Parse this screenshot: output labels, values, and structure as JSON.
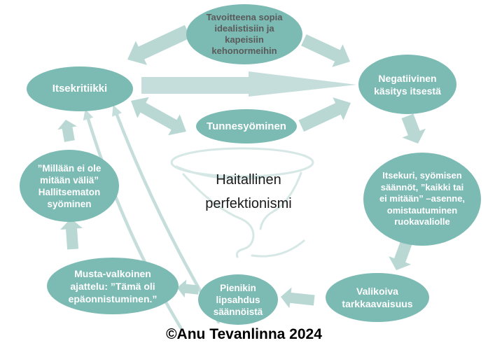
{
  "diagram": {
    "center_title": "Haitallinen\nperfektionismi",
    "copyright": "©Anu Tevanlinna 2024"
  },
  "nodes": {
    "goal": {
      "label": "Tavoitteena sopia\nidealistisiin ja\nkapeisiin\nkehonormeihin"
    },
    "selfcrit": {
      "label": "Itsekritiikki"
    },
    "negative": {
      "label": "Negatiivinen\nkäsitys itsestä"
    },
    "emotional": {
      "label": "Tunnesyöminen"
    },
    "nothing": {
      "label": "”Millään ei ole\nmitään väliä”\nHallitsematon\nsyöminen"
    },
    "discipline": {
      "label": "Itsekuri, syömisen\nsäännöt, ”kaikki tai\nei mitään” –asenne,\nomistautuminen\nruokavaliolle"
    },
    "blackwhite": {
      "label": "Musta-valkoinen\najattelu: ”Tämä oli\nepäonnistuminen.”"
    },
    "slip": {
      "label": "Pienikin\nlipsahdus\nsäännöistä"
    },
    "selective": {
      "label": "Valikoiva\ntarkkaavaisuus"
    }
  },
  "colors": {
    "ellipse_fill": "#7cbab4",
    "arrow_fill": "#b9d8d4",
    "big_arrow_fill": "#c6dedb",
    "curve_stroke": "#c6dedb",
    "funnel_stroke": "#d6e8e5",
    "goal_text": "#5a5a5a",
    "node_text": "#ffffff",
    "title_text": "#1a1a1a"
  }
}
